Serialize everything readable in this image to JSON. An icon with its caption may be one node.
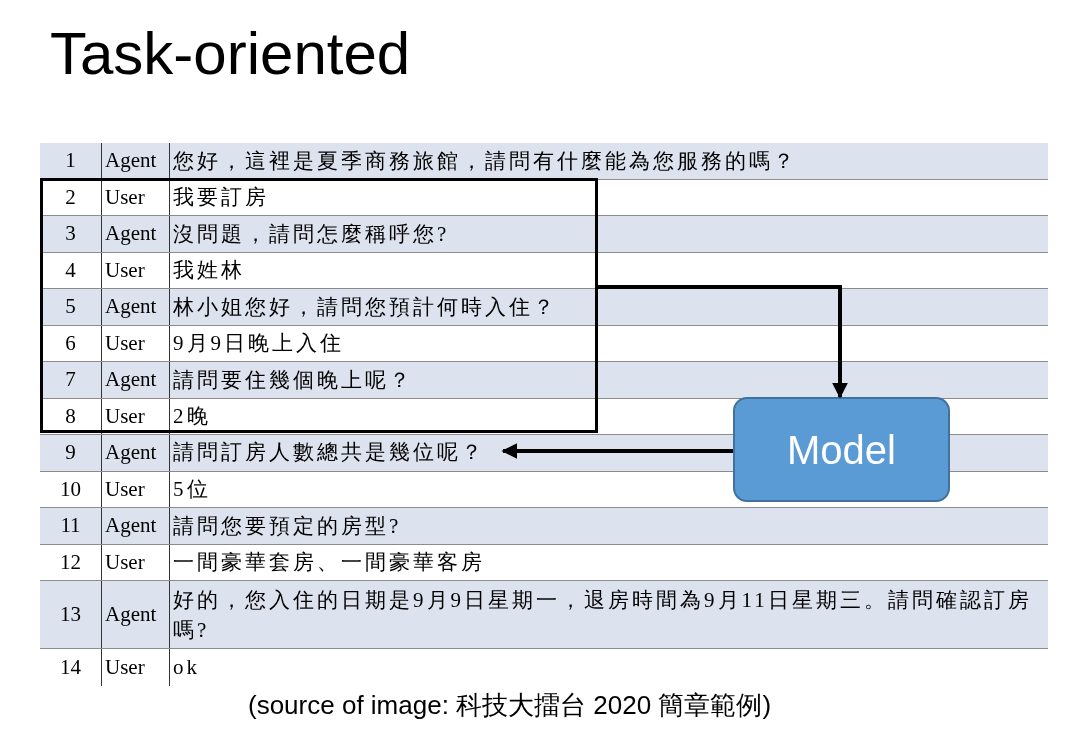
{
  "diagram": {
    "title": "Task-oriented",
    "caption": "(source of image: 科技大擂台 2020 簡章範例)",
    "nodes": [
      {
        "text": [],
        "shape": "box"
      },
      {
        "text": [
          "Model"
        ]
      },
      {
        "text": [
          "請問訂房人數總共是幾位呢？"
        ]
      }
    ],
    "edges": [
      {
        "from": 0,
        "to": 1,
        "arrow": "to"
      },
      {
        "from": 1,
        "to": 2,
        "arrow": "to"
      }
    ],
    "labels": [
      "1",
      "Agent",
      "您好，這裡是夏季商務旅館，請問有什麼能為您服務的嗎？",
      "2",
      "User",
      "我要訂房",
      "3",
      "Agent",
      "沒問題，請問怎麼稱呼您?",
      "4",
      "User",
      "我姓林",
      "5",
      "Agent",
      "林小姐您好，請問您預計何時入住？",
      "6",
      "User",
      "9月9日晚上入住",
      "7",
      "Agent",
      "請問要住幾個晚上呢？",
      "8",
      "User",
      "2晚",
      "9",
      "Agent",
      "10",
      "User",
      "5位",
      "11",
      "Agent",
      "請問您要預定的房型?",
      "12",
      "User",
      "一間豪華套房、一間豪華客房",
      "13",
      "Agent",
      "好的，您入住的日期是9月9日星期一，退房時間為9月11日星期三。請問確認訂房嗎?",
      "14",
      "User",
      "ok"
    ]
  }
}
